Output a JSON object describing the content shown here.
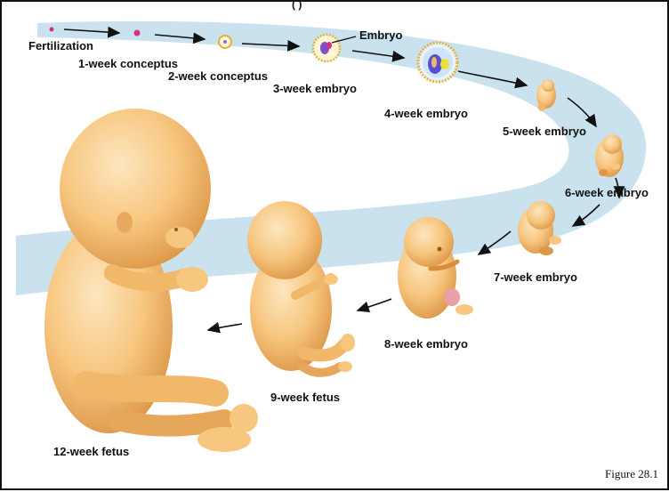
{
  "figure": {
    "caption": "Figure 28.1",
    "top_fragment": "(                )"
  },
  "labels": {
    "fertilization": "Fertilization",
    "conceptus_1wk": "1-week conceptus",
    "conceptus_2wk": "2-week conceptus",
    "embryo_pointer": "Embryo",
    "embryo_3wk": "3-week embryo",
    "embryo_4wk": "4-week embryo",
    "embryo_5wk": "5-week embryo",
    "embryo_6wk": "6-week embryo",
    "embryo_7wk": "7-week embryo",
    "embryo_8wk": "8-week embryo",
    "fetus_9wk": "9-week fetus",
    "fetus_12wk": "12-week fetus"
  },
  "colors": {
    "band": "#c9e2ee",
    "skin_light": "#fbd9a3",
    "skin_mid": "#f2b86a",
    "skin_dark": "#d98d3a",
    "arrow": "#111111",
    "zona": "#e2b23a",
    "cell_pink": "#d6337d"
  }
}
